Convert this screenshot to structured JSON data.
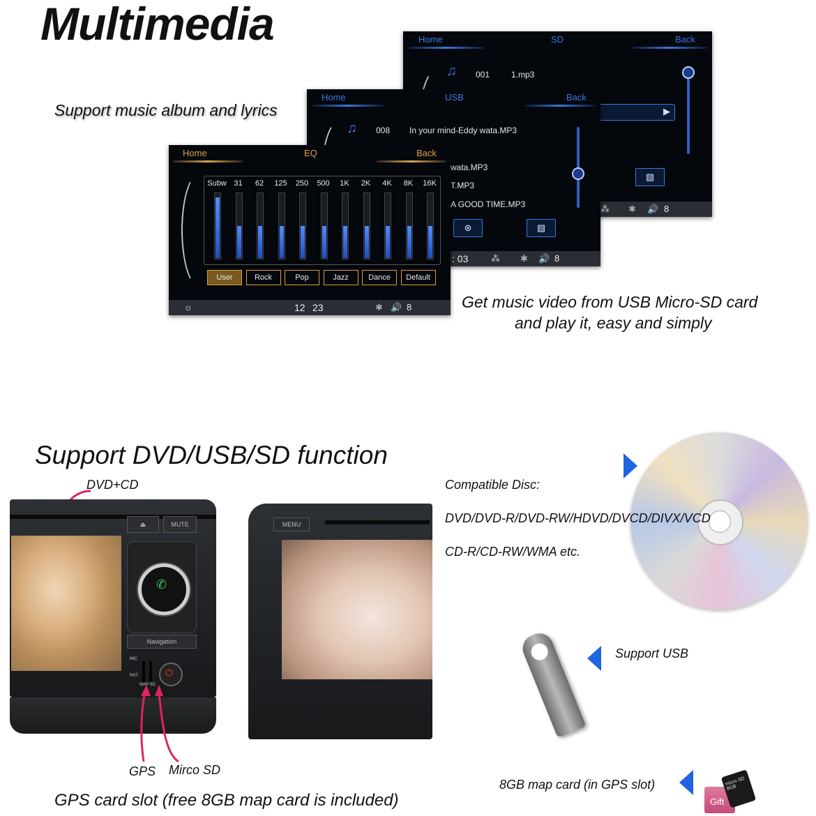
{
  "top": {
    "title": "Multimedia",
    "caption_album": "Support music album and lyrics",
    "caption_video_line1": "Get music video from USB Micro-SD card",
    "caption_video_line2": "and play it, easy and simply"
  },
  "sd_screen": {
    "home": "Home",
    "title": "SD",
    "back": "Back",
    "track_no": "001",
    "track_name": "1.mp3",
    "volume": "8"
  },
  "usb_screen": {
    "home": "Home",
    "title": "USB",
    "back": "Back",
    "track_no": "008",
    "track_name": "In your mind-Eddy wata.MP3",
    "list": [
      "wata.MP3",
      "T.MP3",
      "A GOOD TIME.MP3"
    ],
    "time": ": 03",
    "volume": "8"
  },
  "eq_screen": {
    "home": "Home",
    "title": "EQ",
    "back": "Back",
    "bands": [
      "Subw",
      "31",
      "62",
      "125",
      "250",
      "500",
      "1K",
      "2K",
      "4K",
      "8K",
      "16K"
    ],
    "levels": [
      0.95,
      0.5,
      0.5,
      0.5,
      0.5,
      0.5,
      0.5,
      0.5,
      0.5,
      0.5,
      0.5
    ],
    "presets": [
      "User",
      "Rock",
      "Pop",
      "Jazz",
      "Dance",
      "Default"
    ],
    "selected_preset": "User",
    "clock_h": "12",
    "clock_m": "23",
    "volume": "8"
  },
  "bottom": {
    "title": "Support DVD/USB/SD function",
    "label_dvdcd": "DVD+CD",
    "compatible_title": "Compatible Disc:",
    "compatible_line1": "DVD/DVD-R/DVD-RW/HDVD/DVCD/DIVX/VCD",
    "compatible_line2": "CD-R/CD-RW/WMA etc.",
    "support_usb": "Support USB",
    "label_gps": "GPS",
    "label_microsd": "Mirco SD",
    "gps_caption": "GPS card slot (free 8GB map card is included)",
    "map_card": "8GB map card (in GPS slot)",
    "gift": "Gift",
    "sd_card_text": "micro SD 8GB"
  },
  "device": {
    "mute": "MUTE",
    "menu": "MENU",
    "navigation": "Navigation",
    "mic": "MIC",
    "rst": "RST",
    "map_sd": "MAP SD",
    "eject": "⏏"
  },
  "colors": {
    "accent_blue": "#3a78e0",
    "accent_orange": "#e0a040",
    "pink": "#e0245e"
  }
}
